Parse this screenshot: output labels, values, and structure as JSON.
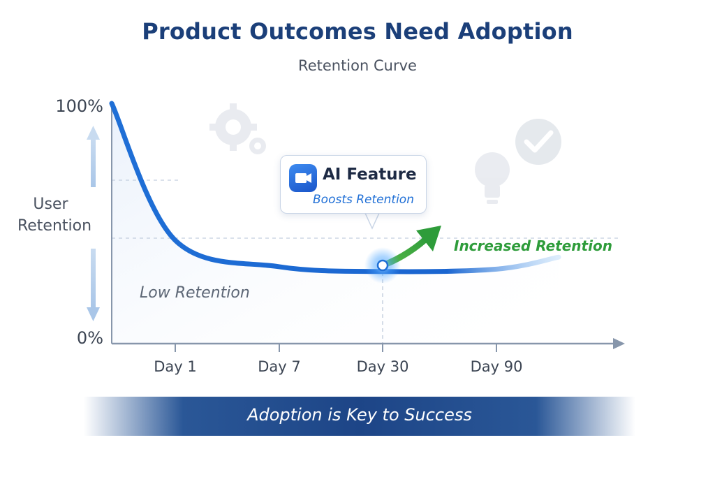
{
  "title": "Product Outcomes Need Adoption",
  "subtitle": "Retention Curve",
  "callout": {
    "title": "AI Feature",
    "subtitle": "Boosts Retention",
    "icon": "video-camera-icon"
  },
  "annotations": {
    "low": "Low Retention",
    "increased": "Increased Retention"
  },
  "banner": "Adoption is Key to Success",
  "decorations": [
    "gear-icon",
    "lightbulb-icon",
    "checkmark-icon"
  ],
  "colors": {
    "title": "#1b3f79",
    "curve": "#1f6fd6",
    "increase": "#2ea043",
    "banner": "#1d4587"
  },
  "chart_data": {
    "type": "line",
    "title": "Retention Curve",
    "ylabel": "User Retention",
    "xlabel": "",
    "y_ticks": [
      "100%",
      "0%"
    ],
    "x_categories": [
      "Day 1",
      "Day 7",
      "Day 30",
      "Day 90"
    ],
    "ylim": [
      0,
      100
    ],
    "series": [
      {
        "values": [
          {
            "x": "Day 0",
            "y": 100
          },
          {
            "x": "Day 1",
            "y": 43
          },
          {
            "x": "Day 7",
            "y": 32
          },
          {
            "x": "Day 30",
            "y": 30
          },
          {
            "x": "Day 90",
            "y": 31
          },
          {
            "x": "Day 120",
            "y": 36
          }
        ]
      }
    ],
    "highlight": {
      "x": "Day 30",
      "y": 33,
      "label": "AI Feature"
    },
    "increase_arrow": {
      "from": {
        "x": "Day 30",
        "y": 33
      },
      "to": {
        "x": "Day 60",
        "y": 50
      },
      "label": "Increased Retention"
    }
  }
}
